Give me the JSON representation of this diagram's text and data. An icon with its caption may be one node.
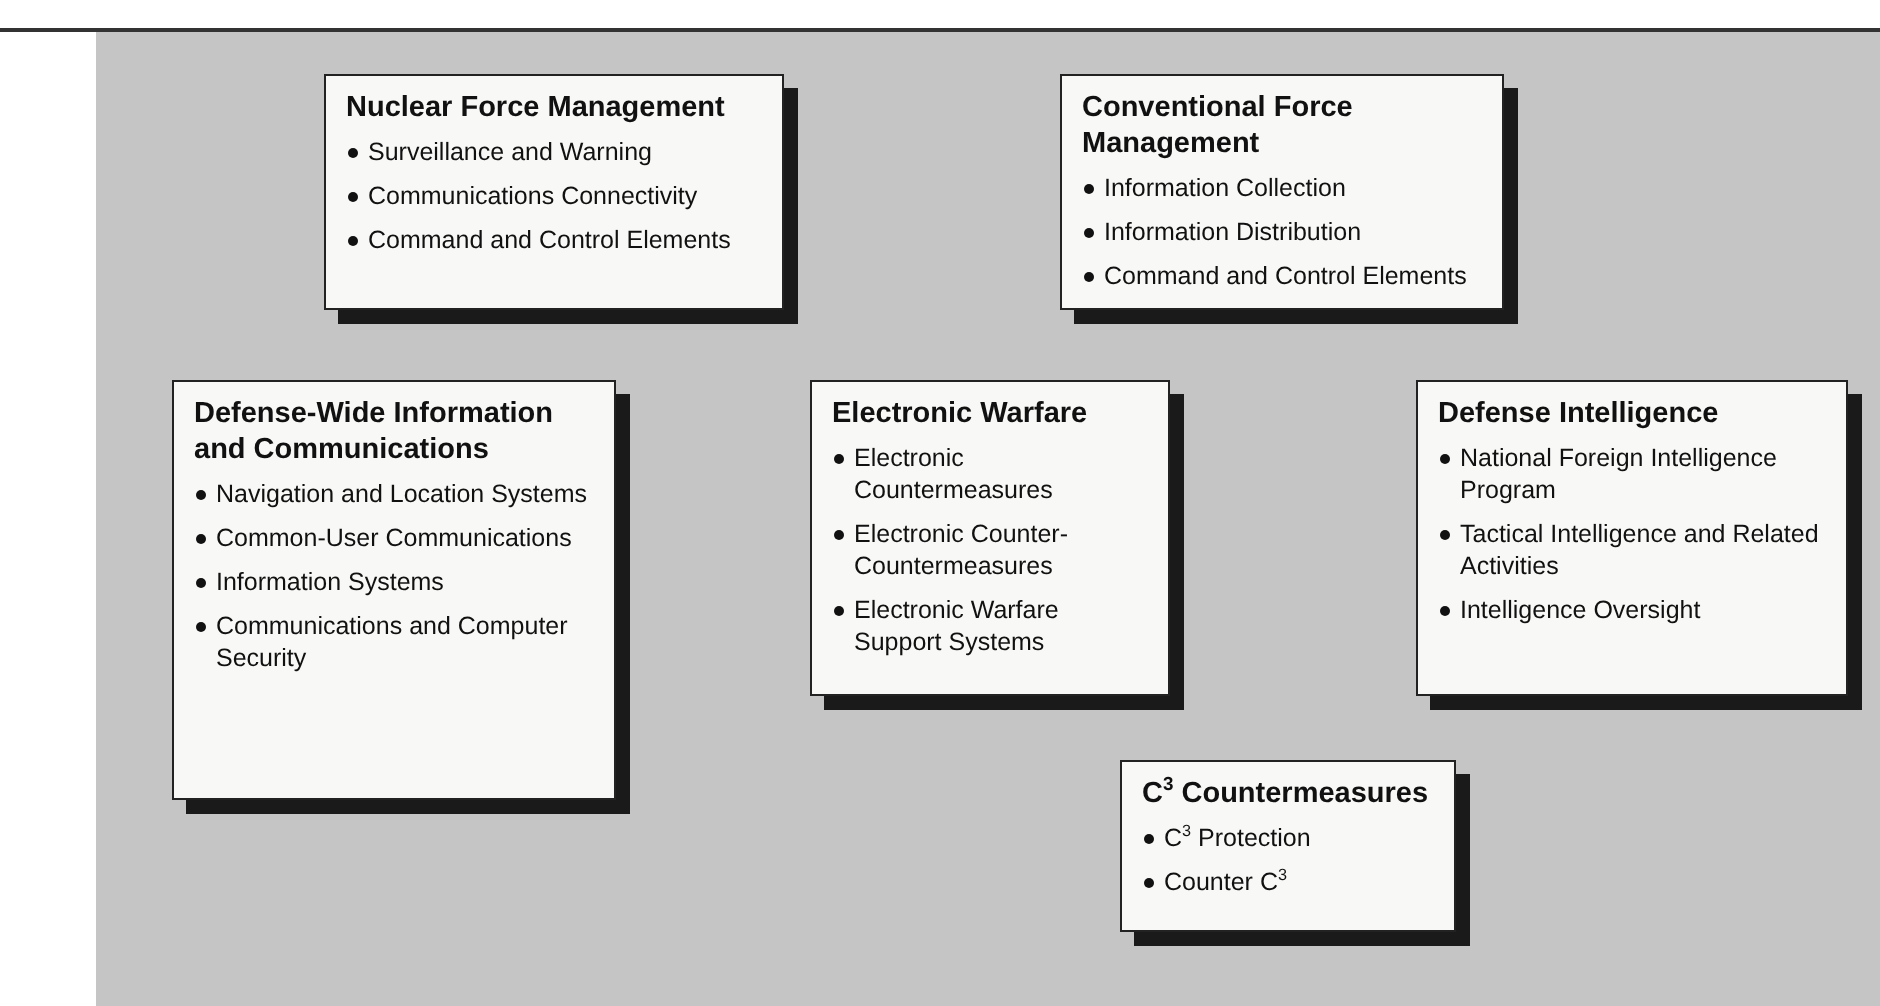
{
  "diagram": {
    "nodes": [
      {
        "text": [
          "Nuclear Force Management",
          "Surveillance and Warning",
          "Communications Connectivity",
          "Command and Control Elements"
        ]
      },
      {
        "text": [
          "Conventional Force Management",
          "Information Collection",
          "Information Distribution",
          "Command and Control Elements"
        ]
      },
      {
        "text": [
          "Defense-Wide Information and Communications",
          "Navigation and Location Systems",
          "Common-User Communications",
          "Information Systems",
          "Communications and Computer Security"
        ]
      },
      {
        "text": [
          "Electronic Warfare",
          "Electronic Countermeasures",
          "Electronic Counter-Countermeasures",
          "Electronic Warfare Support Systems"
        ]
      },
      {
        "text": [
          "Defense Intelligence",
          "National Foreign Intelligence Program",
          "Tactical Intelligence and Related Activities",
          "Intelligence Oversight"
        ]
      },
      {
        "text": [
          "C$^{3}$ Countermeasures",
          "C$^{3}$ Protection",
          "Counter C$^{3}$"
        ]
      }
    ]
  }
}
